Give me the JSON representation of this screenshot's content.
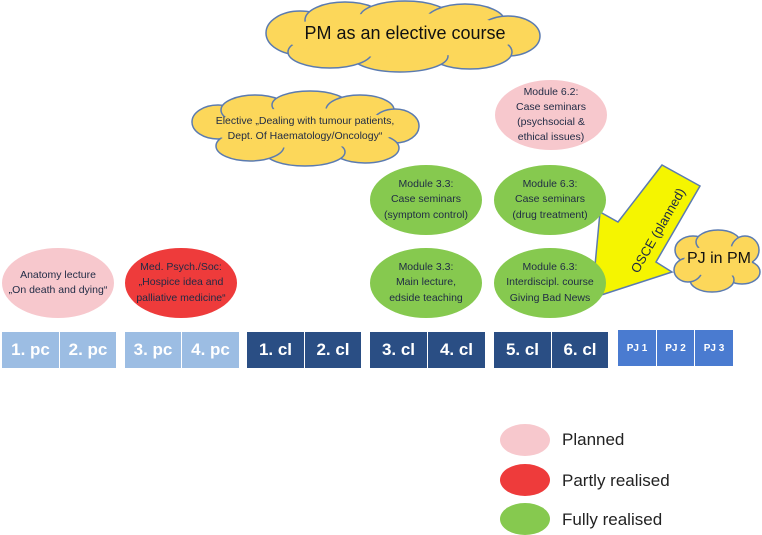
{
  "title_cloud": "PM as an elective course",
  "elective_cloud": {
    "line1": "Elective „Dealing with tumour patients,",
    "line2": "Dept. Of Haematology/Oncology“"
  },
  "pj_cloud": "PJ in PM",
  "osce_arrow": "OSCE (planned)",
  "ovals": {
    "anatomy": "Anatomy lecture\n„On death and dying“",
    "med_psych": "Med. Psych./Soc:\n„Hospice idea and\npalliative medicine“",
    "module_62": "Module 6.2:\nCase seminars\n(psychsocial &\nethical issues)",
    "module_33_seminar": "Module 3.3:\nCase seminars\n(symptom control)",
    "module_63_seminar": "Module 6.3:\nCase seminars\n(drug treatment)",
    "module_33_lecture": "Module 3.3:\nMain lecture,\nedside teaching",
    "module_63_course": "Module 6.3:\nInterdiscipl. course\nGiving Bad News"
  },
  "semesters": {
    "pc1": "1. pc",
    "pc2": "2. pc",
    "pc3": "3. pc",
    "pc4": "4. pc",
    "cl1": "1. cl",
    "cl2": "2. cl",
    "cl3": "3. cl",
    "cl4": "4. cl",
    "cl5": "5. cl",
    "cl6": "6. cl",
    "pj1": "PJ 1",
    "pj2": "PJ 2",
    "pj3": "PJ 3"
  },
  "legend": {
    "planned": "Planned",
    "partly": "Partly realised",
    "fully": "Fully realised"
  },
  "colors": {
    "planned": "#f7c8cd",
    "partly": "#ee3b3b",
    "fully": "#86c94f",
    "cloud": "#fcd75a",
    "cloud_stroke": "#5b7bb0",
    "arrow": "#f5f500",
    "preclinical": "#9cbde3",
    "clinical": "#2a4e84",
    "pj": "#4a7bd0"
  }
}
